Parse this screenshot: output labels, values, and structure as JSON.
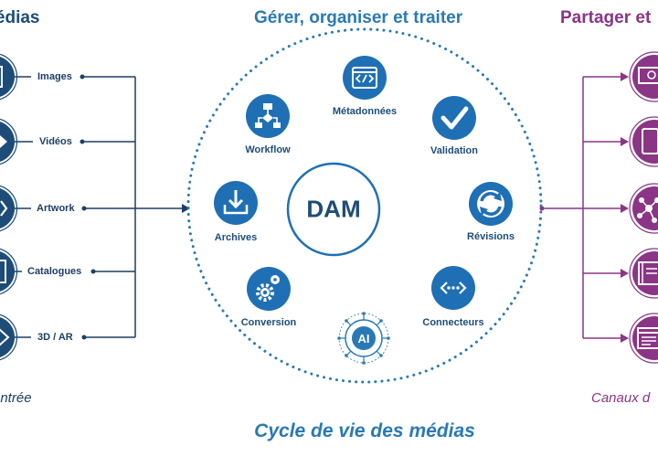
{
  "headers": {
    "left": "médias",
    "center": "Gérer, organiser et traiter",
    "right": "Partager et"
  },
  "inputs": [
    {
      "label": "Images",
      "icon": "image-icon"
    },
    {
      "label": "Vidéos",
      "icon": "video-icon"
    },
    {
      "label": "Artwork",
      "icon": "artwork-icon"
    },
    {
      "label": "Catalogues",
      "icon": "catalogue-icon"
    },
    {
      "label": "3D / AR",
      "icon": "ar-icon"
    }
  ],
  "core": {
    "label": "DAM",
    "nodes": [
      {
        "label": "Métadonnées",
        "icon": "code-window-icon"
      },
      {
        "label": "Validation",
        "icon": "checkmark-icon"
      },
      {
        "label": "Révisions",
        "icon": "sync-icon"
      },
      {
        "label": "Connecteurs",
        "icon": "connector-icon"
      },
      {
        "label": "Conversion",
        "icon": "gears-icon"
      },
      {
        "label": "Archives",
        "icon": "download-icon"
      },
      {
        "label": "Workflow",
        "icon": "workflow-icon"
      }
    ],
    "ai_icon": "ai-chip-icon",
    "ai_label": "AI"
  },
  "outputs": [
    {
      "icon": "website-icon"
    },
    {
      "icon": "tablet-icon"
    },
    {
      "icon": "social-network-icon"
    },
    {
      "icon": "catalogue-icon"
    },
    {
      "icon": "web-page-icon"
    }
  ],
  "captions": {
    "left": "entrée",
    "right": "Canaux d",
    "bottom": "Cycle de vie des médias"
  },
  "colors": {
    "dark_blue": "#1d4c79",
    "mid_blue": "#2a79b5",
    "node_blue": "#1f6fb5",
    "purple": "#8a3585"
  }
}
